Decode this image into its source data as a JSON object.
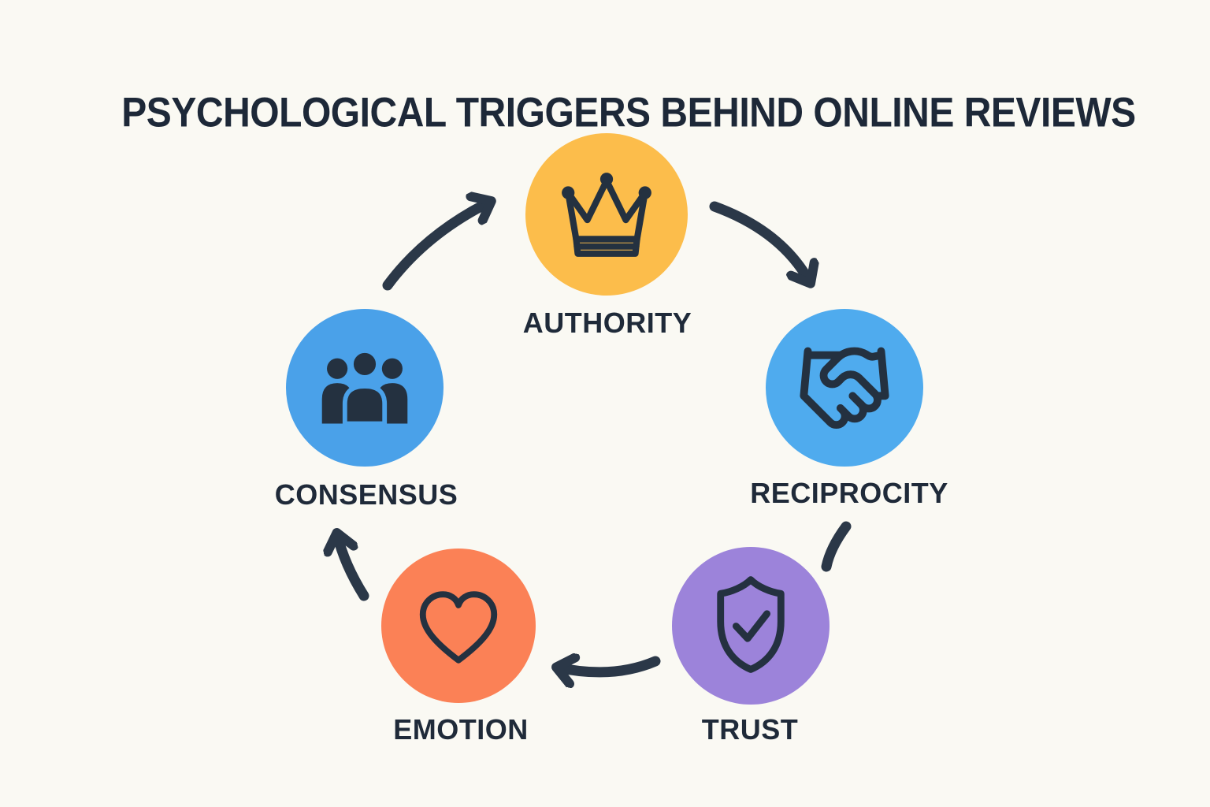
{
  "title": "PSYCHOLOGICAL TRIGGERS BEHIND ONLINE REVIEWS",
  "nodes": [
    {
      "id": "authority",
      "label": "AUTHORITY",
      "icon": "crown-icon",
      "color": "#FCBD4B"
    },
    {
      "id": "reciprocity",
      "label": "RECIPROCITY",
      "icon": "handshake-icon",
      "color": "#4FABEE"
    },
    {
      "id": "trust",
      "label": "TRUST",
      "icon": "shield-check-icon",
      "color": "#9C83DA"
    },
    {
      "id": "emotion",
      "label": "EMOTION",
      "icon": "heart-icon",
      "color": "#FB8156"
    },
    {
      "id": "consensus",
      "label": "CONSENSUS",
      "icon": "people-icon",
      "color": "#4AA1E9"
    }
  ],
  "cycle": [
    {
      "from": "consensus",
      "to": "authority"
    },
    {
      "from": "authority",
      "to": "reciprocity"
    },
    {
      "from": "reciprocity",
      "to": "trust"
    },
    {
      "from": "trust",
      "to": "emotion"
    },
    {
      "from": "emotion",
      "to": "consensus"
    }
  ],
  "style": {
    "background": "#FAF9F3",
    "ink": "#243140",
    "arrow_color": "#2B3848",
    "title_color": "#1D2838"
  }
}
